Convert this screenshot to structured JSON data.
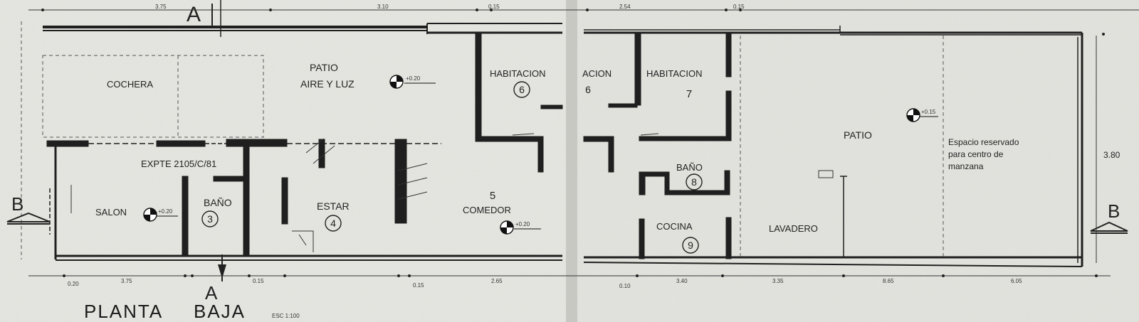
{
  "plan": {
    "title_main": "PLANTA",
    "title_sub": "BAJA",
    "scale_text": "ESC 1:100",
    "expediente": "EXPTE 2105/C/81",
    "section_markers": {
      "left": "B",
      "right": "B",
      "top": "A",
      "bottom": "A"
    },
    "rooms": {
      "cochera": "COCHERA",
      "patio_front_1": "PATIO",
      "patio_front_2": "AIRE Y LUZ",
      "habitacion_6": "HABITACION",
      "habitacion_6_cut": "ACION",
      "habitacion_7": "HABITACION",
      "salon": "SALON",
      "bano_3": "BAÑO",
      "estar": "ESTAR",
      "comedor": "COMEDOR",
      "bano_8": "BAÑO",
      "cocina": "COCINA",
      "lavadero": "LAVADERO",
      "patio_back": "PATIO",
      "reserved_1": "Espacio reservado",
      "reserved_2": "para centro de",
      "reserved_3": "manzana"
    },
    "room_numbers": {
      "n3": "3",
      "n4": "4",
      "n5": "5",
      "n6": "6",
      "n7": "7",
      "n8": "8",
      "n9": "9"
    },
    "levels": {
      "patio_front": "+0.20",
      "salon": "+0.20",
      "comedor": "+0.20",
      "patio_back": "+0.15"
    },
    "dimensions": {
      "top_1": "3.75",
      "top_2": "3.10",
      "top_3": "0.15",
      "top_4": "2.54",
      "top_5": "0.15",
      "bottom_1": "0.20",
      "bottom_2": "3.75",
      "bottom_3": "0.15",
      "bottom_4": "0.15",
      "bottom_5": "2.65",
      "bottom_6": "0.10",
      "bottom_7": "3.40",
      "bottom_8": "3.35",
      "bottom_9": "8.65",
      "bottom_10": "6.05",
      "right_side": "3.80"
    }
  }
}
